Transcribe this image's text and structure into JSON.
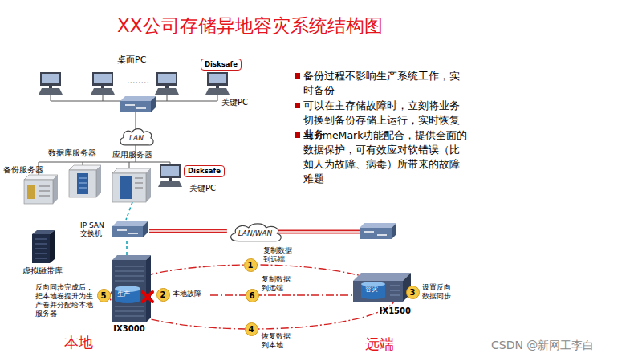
{
  "diagram": {
    "title": "XX公司存储异地容灾系统结构图",
    "nodes": [
      {
        "text": [
          "Disksafe"
        ]
      },
      {
        "text": [
          "LAN"
        ]
      },
      {
        "text": [
          "Disksafe"
        ]
      },
      {
        "text": [
          "IP SAN 交换机"
        ]
      },
      {
        "text": [
          "LAN/WAN"
        ]
      },
      {
        "text": [
          "虚拟磁带库"
        ]
      },
      {
        "text": [
          "生产",
          "IX3000"
        ]
      },
      {
        "text": [
          "容灾",
          "IX1500"
        ]
      },
      {
        "text": [
          "1"
        ]
      },
      {
        "text": [
          "5"
        ]
      },
      {
        "text": [
          "2"
        ]
      },
      {
        "text": [
          "6"
        ]
      },
      {
        "text": [
          "3"
        ]
      },
      {
        "text": [
          "4"
        ]
      }
    ],
    "edges": [
      {
        "from": 3,
        "to": 4,
        "arrow": "none"
      },
      {
        "from": 3,
        "to": 6,
        "arrow": "none"
      }
    ],
    "labels": [
      "桌面PC",
      "........",
      "关键PC",
      "备份过程不影响生产系统工作，实时备份",
      "可以在主存储故障时，立刻将业务切换到备份存储上运行，实时恢复业务",
      "与TimeMark功能配合，提供全面的数据保护，可有效应对软错误（比如人为故障、病毒）所带来的故障难题",
      "数据库服务器",
      "应用服务器",
      "备份服务器",
      "关键PC",
      "复制数据到远端",
      "反向同步完成后，把本地卷提升为生产卷并分配给本地服务器",
      "本地故障",
      "复制数据到远端",
      "设置反向数据同步",
      "恢复数据到本地",
      "本地",
      "远端",
      "CSDN @新网工李白"
    ]
  }
}
